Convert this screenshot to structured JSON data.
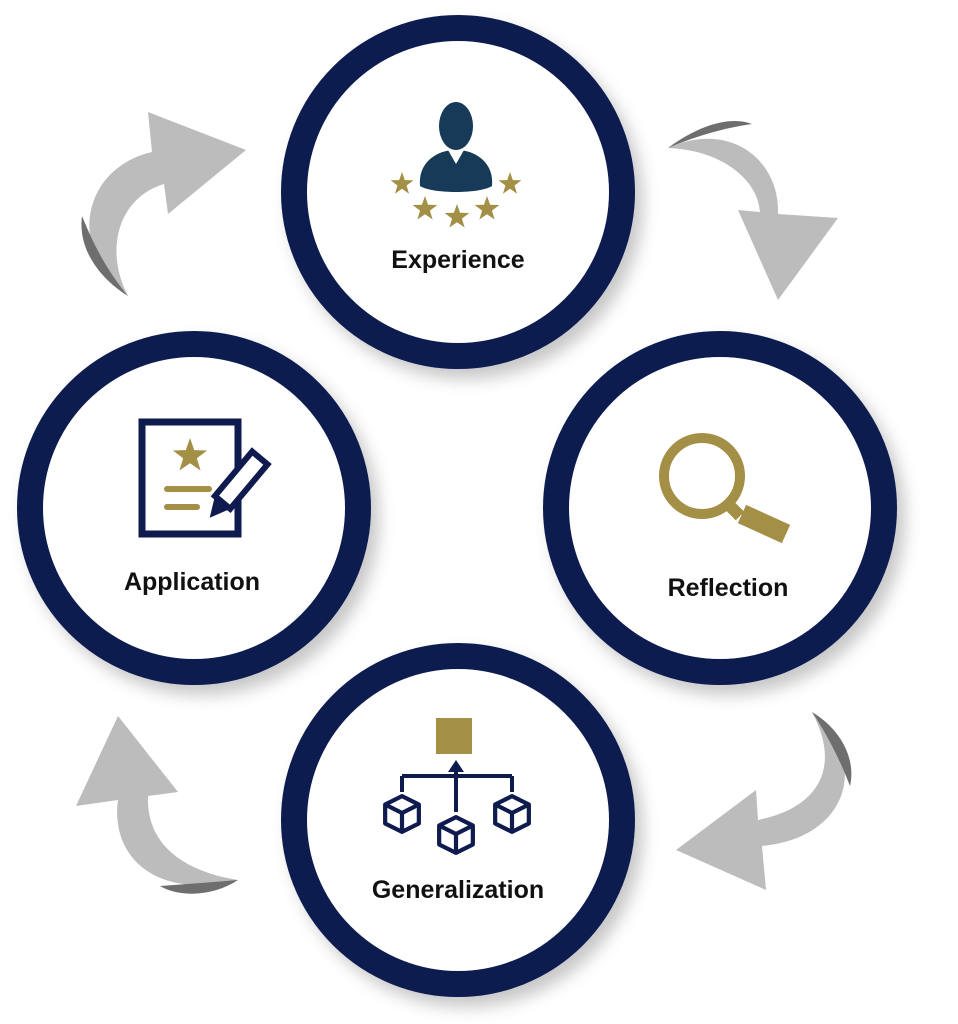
{
  "colors": {
    "ring": "#0f1a4f",
    "ring_fill": "#ffffff",
    "accent_gold": "#a48f46",
    "person": "#163a57",
    "arrow_light": "#bcbcbc",
    "arrow_dark": "#6e6e6e",
    "label": "#111111"
  },
  "stages": {
    "experience": {
      "label": "Experience",
      "icon": "person-with-stars-icon"
    },
    "reflection": {
      "label": "Reflection",
      "icon": "magnifying-glass-icon"
    },
    "generalization": {
      "label": "Generalization",
      "icon": "hierarchy-cubes-icon"
    },
    "application": {
      "label": "Application",
      "icon": "document-with-pen-icon"
    }
  },
  "arrows": [
    {
      "from": "experience",
      "to": "reflection",
      "icon": "curved-arrow-icon"
    },
    {
      "from": "reflection",
      "to": "generalization",
      "icon": "curved-arrow-icon"
    },
    {
      "from": "generalization",
      "to": "application",
      "icon": "curved-arrow-icon"
    },
    {
      "from": "application",
      "to": "experience",
      "icon": "curved-arrow-icon"
    }
  ]
}
